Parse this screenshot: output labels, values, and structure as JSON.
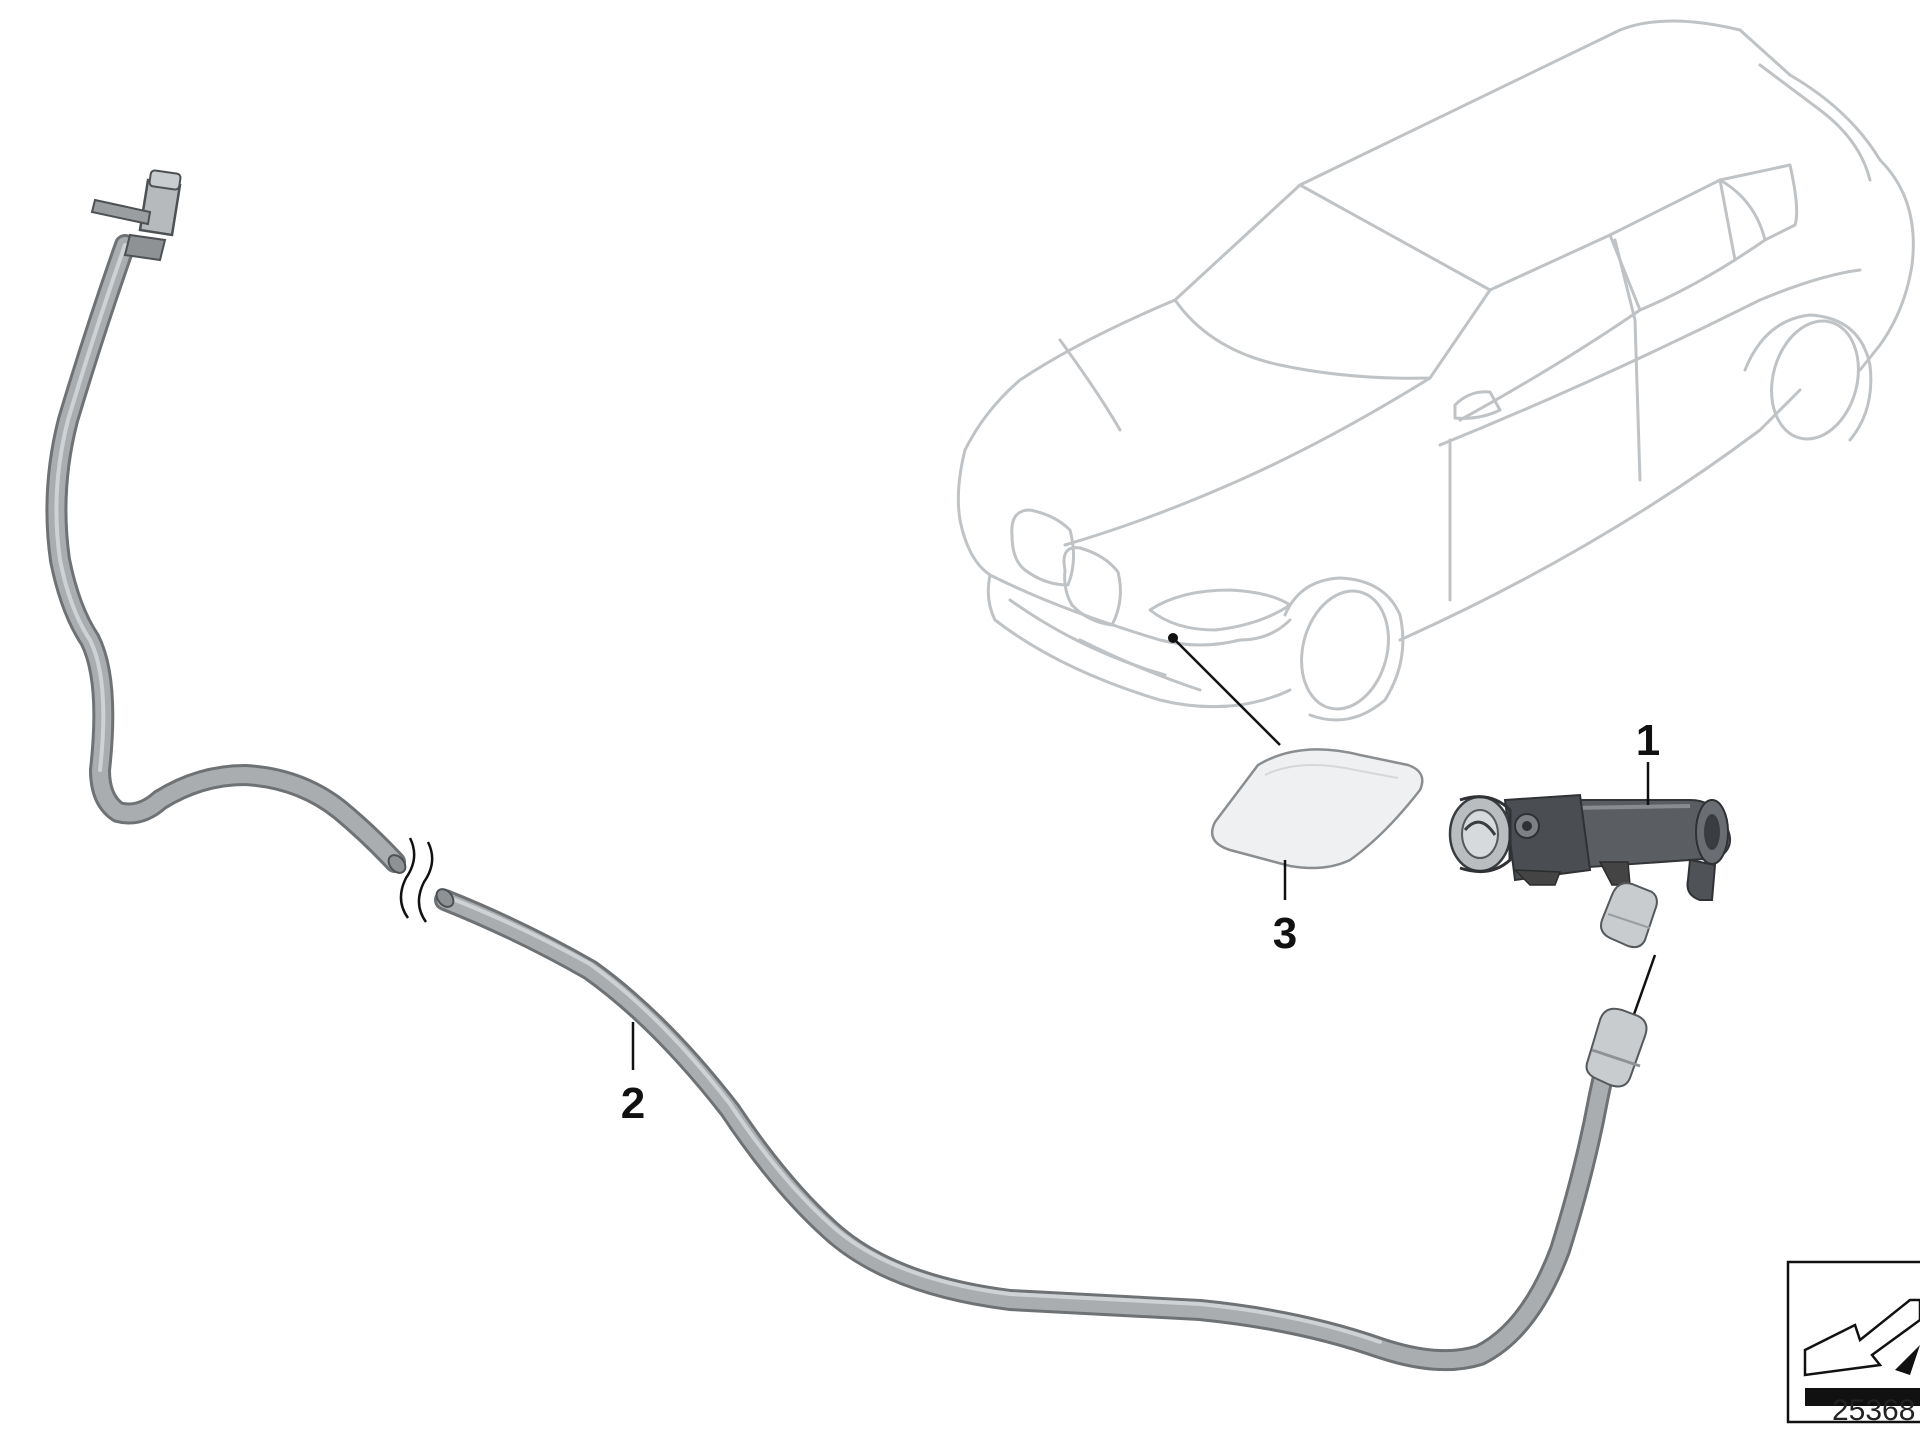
{
  "diagram": {
    "callouts": [
      {
        "id": "1",
        "label": "1"
      },
      {
        "id": "2",
        "label": "2"
      },
      {
        "id": "3",
        "label": "3"
      }
    ],
    "reference_number": "25368",
    "colors": {
      "car_outline": "#bfc3c6",
      "hose": "#a9adb0",
      "hose_shadow": "#6e7275",
      "part_dark": "#4a4e52",
      "leader_line": "#111111",
      "cover": "#eef0f1"
    },
    "icons": {
      "car": "car-outline-icon",
      "orientation": "orientation-arrow-icon"
    }
  }
}
